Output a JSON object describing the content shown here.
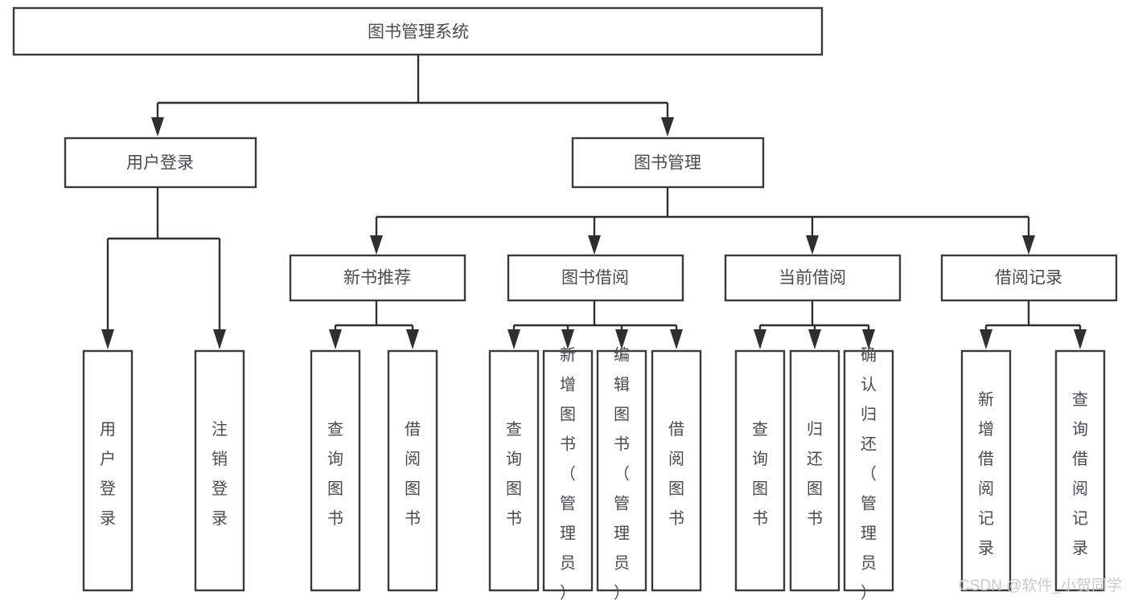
{
  "diagram": {
    "type": "tree",
    "title": "图书管理系统",
    "levels": 3,
    "nodes": {
      "root": {
        "label": "图书管理系统",
        "level": 0,
        "orientation": "horizontal"
      },
      "login": {
        "label": "用户登录",
        "level": 1,
        "orientation": "horizontal"
      },
      "book_manage": {
        "label": "图书管理",
        "level": 1,
        "orientation": "horizontal"
      },
      "new_book_rec": {
        "label": "新书推荐",
        "level": 2,
        "orientation": "horizontal"
      },
      "book_borrow": {
        "label": "图书借阅",
        "level": 2,
        "orientation": "horizontal"
      },
      "current_borrow": {
        "label": "当前借阅",
        "level": 2,
        "orientation": "horizontal"
      },
      "borrow_record": {
        "label": "借阅记录",
        "level": 2,
        "orientation": "horizontal"
      },
      "leaf_user_login": {
        "label": "用户登录",
        "level": 3,
        "orientation": "vertical"
      },
      "leaf_logout": {
        "label": "注销登录",
        "level": 3,
        "orientation": "vertical"
      },
      "leaf_query_book_1": {
        "label": "查询图书",
        "level": 3,
        "orientation": "vertical"
      },
      "leaf_borrow_book_1": {
        "label": "借阅图书",
        "level": 3,
        "orientation": "vertical"
      },
      "leaf_query_book_2": {
        "label": "查询图书",
        "level": 3,
        "orientation": "vertical"
      },
      "leaf_add_book": {
        "label": "新增图书（管理员）",
        "level": 3,
        "orientation": "vertical"
      },
      "leaf_edit_book": {
        "label": "编辑图书（管理员）",
        "level": 3,
        "orientation": "vertical"
      },
      "leaf_borrow_book_2": {
        "label": "借阅图书",
        "level": 3,
        "orientation": "vertical"
      },
      "leaf_query_book_3": {
        "label": "查询图书",
        "level": 3,
        "orientation": "vertical"
      },
      "leaf_return_book": {
        "label": "归还图书",
        "level": 3,
        "orientation": "vertical"
      },
      "leaf_confirm_return": {
        "label": "确认归还（管理员）",
        "level": 3,
        "orientation": "vertical"
      },
      "leaf_add_record": {
        "label": "新增借阅记录",
        "level": 3,
        "orientation": "vertical"
      },
      "leaf_query_record": {
        "label": "查询借阅记录",
        "level": 3,
        "orientation": "vertical"
      }
    },
    "edges": [
      {
        "from": "root",
        "to": "login"
      },
      {
        "from": "root",
        "to": "book_manage"
      },
      {
        "from": "login",
        "to": "leaf_user_login"
      },
      {
        "from": "login",
        "to": "leaf_logout"
      },
      {
        "from": "book_manage",
        "to": "new_book_rec"
      },
      {
        "from": "book_manage",
        "to": "book_borrow"
      },
      {
        "from": "book_manage",
        "to": "current_borrow"
      },
      {
        "from": "book_manage",
        "to": "borrow_record"
      },
      {
        "from": "new_book_rec",
        "to": "leaf_query_book_1"
      },
      {
        "from": "new_book_rec",
        "to": "leaf_borrow_book_1"
      },
      {
        "from": "book_borrow",
        "to": "leaf_query_book_2"
      },
      {
        "from": "book_borrow",
        "to": "leaf_add_book"
      },
      {
        "from": "book_borrow",
        "to": "leaf_edit_book"
      },
      {
        "from": "book_borrow",
        "to": "leaf_borrow_book_2"
      },
      {
        "from": "current_borrow",
        "to": "leaf_query_book_3"
      },
      {
        "from": "current_borrow",
        "to": "leaf_return_book"
      },
      {
        "from": "current_borrow",
        "to": "leaf_confirm_return"
      },
      {
        "from": "borrow_record",
        "to": "leaf_add_record"
      },
      {
        "from": "borrow_record",
        "to": "leaf_query_record"
      }
    ],
    "colors": {
      "box_fill": "#ffffff",
      "box_stroke": "#3a3a3a",
      "text": "#4a4a52",
      "connector": "#2f2f2f",
      "background": "#ffffff",
      "watermark": "#c9c9c9"
    }
  },
  "watermark": {
    "text": "CSDN @软件_小贺同学"
  }
}
